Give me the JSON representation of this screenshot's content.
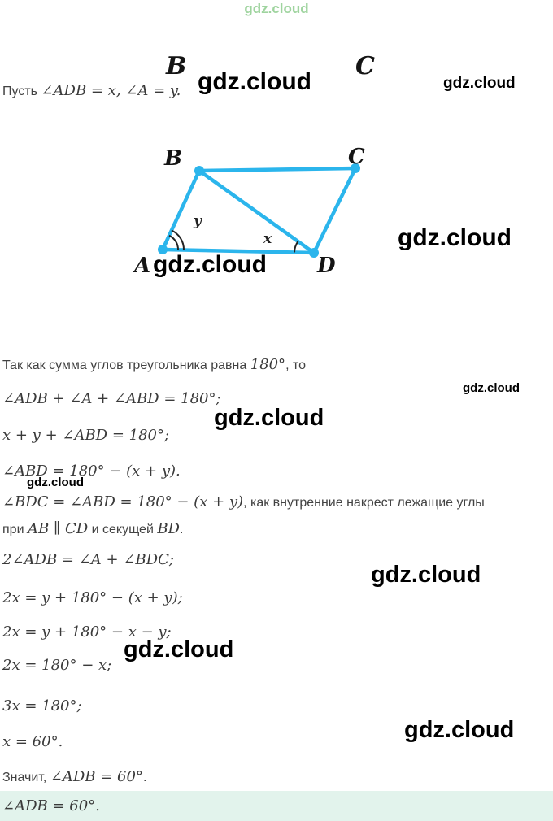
{
  "page": {
    "watermark": "gdz.cloud",
    "background": "#ffffff",
    "accent_cyan": "#2bb5ec",
    "answer_bg": "#e2f3ec"
  },
  "top_figure": {
    "label_b": "B",
    "label_c": "C"
  },
  "intro": {
    "segments": [
      {
        "t": "Пусть ",
        "k": "txt"
      },
      {
        "t": "∠ADB = x, ∠A = y.",
        "k": "math"
      }
    ]
  },
  "diagram": {
    "labels": {
      "a": "A",
      "b": "B",
      "c": "C",
      "d": "D"
    },
    "angle_labels": {
      "x": "x",
      "y": "y"
    },
    "line_color": "#2bb5ec"
  },
  "solution": {
    "lines": [
      {
        "segments": [
          {
            "t": "Так как сумма углов треугольника равна ",
            "k": "txt"
          },
          {
            "t": "180°",
            "k": "math"
          },
          {
            "t": ", то",
            "k": "txt"
          }
        ]
      },
      {
        "segments": [
          {
            "t": "∠ADB + ∠A + ∠ABD = 180°;",
            "k": "math"
          }
        ]
      },
      {
        "segments": [
          {
            "t": "x + y + ∠ABD = 180°;",
            "k": "math"
          }
        ]
      },
      {
        "segments": [
          {
            "t": "∠ABD = 180° − (x + y).",
            "k": "math"
          }
        ]
      },
      {
        "segments": [
          {
            "t": "∠BDC = ∠ABD = 180° − (x + y)",
            "k": "math"
          },
          {
            "t": ", как внутренние накрест лежащие углы",
            "k": "txt"
          }
        ]
      },
      {
        "segments": [
          {
            "t": "при ",
            "k": "txt"
          },
          {
            "t": "AB ∥ CD",
            "k": "math"
          },
          {
            "t": " и секущей ",
            "k": "txt"
          },
          {
            "t": "BD",
            "k": "math"
          },
          {
            "t": ".",
            "k": "txt"
          }
        ]
      },
      {
        "segments": [
          {
            "t": "2∠ADB = ∠A + ∠BDC;",
            "k": "math"
          }
        ]
      },
      {
        "segments": [
          {
            "t": "2x = y + 180° − (x + y);",
            "k": "math"
          }
        ]
      },
      {
        "segments": [
          {
            "t": "2x = y + 180° − x − y;",
            "k": "math"
          }
        ]
      },
      {
        "segments": [
          {
            "t": "2x = 180° − x;",
            "k": "math"
          }
        ]
      },
      {
        "segments": [
          {
            "t": "3x = 180°;",
            "k": "math"
          }
        ]
      },
      {
        "segments": [
          {
            "t": "x = 60°.",
            "k": "math"
          }
        ]
      },
      {
        "segments": [
          {
            "t": "Значит, ",
            "k": "txt"
          },
          {
            "t": "∠ADB = 60°",
            "k": "math"
          },
          {
            "t": ".",
            "k": "txt"
          }
        ]
      }
    ]
  },
  "answer": {
    "segments": [
      {
        "t": "∠ADB = 60°.",
        "k": "math"
      }
    ]
  }
}
